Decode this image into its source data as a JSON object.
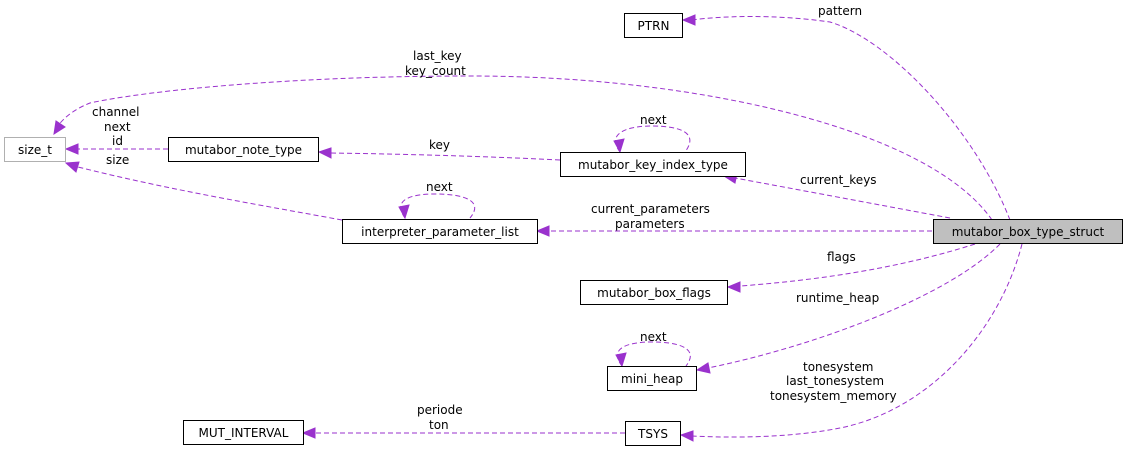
{
  "nodes": {
    "ptrn": "PTRN",
    "size_t": "size_t",
    "mutabor_note_type": "mutabor_note_type",
    "mutabor_key_index_type": "mutabor_key_index_type",
    "interpreter_parameter_list": "interpreter_parameter_list",
    "mutabor_box_type_struct": "mutabor_box_type_struct",
    "mutabor_box_flags": "mutabor_box_flags",
    "mini_heap": "mini_heap",
    "mut_interval": "MUT_INTERVAL",
    "tsys": "TSYS"
  },
  "edge_labels": {
    "pattern": "pattern",
    "last_key": "last_key",
    "key_count": "key_count",
    "channel": "channel",
    "next_note": "next",
    "id": "id",
    "size": "size",
    "key": "key",
    "next_key_index": "next",
    "next_param": "next",
    "current_keys": "current_keys",
    "current_parameters": "current_parameters",
    "parameters": "parameters",
    "flags": "flags",
    "runtime_heap": "runtime_heap",
    "next_heap": "next",
    "tonesystem": "tonesystem",
    "last_tonesystem": "last_tonesystem",
    "tonesystem_memory": "tonesystem_memory",
    "periode": "periode",
    "ton": "ton"
  },
  "colors": {
    "edge": "#9a32cd",
    "focus_fill": "#bfbfbf",
    "gray_border": "#b0b0b0"
  }
}
